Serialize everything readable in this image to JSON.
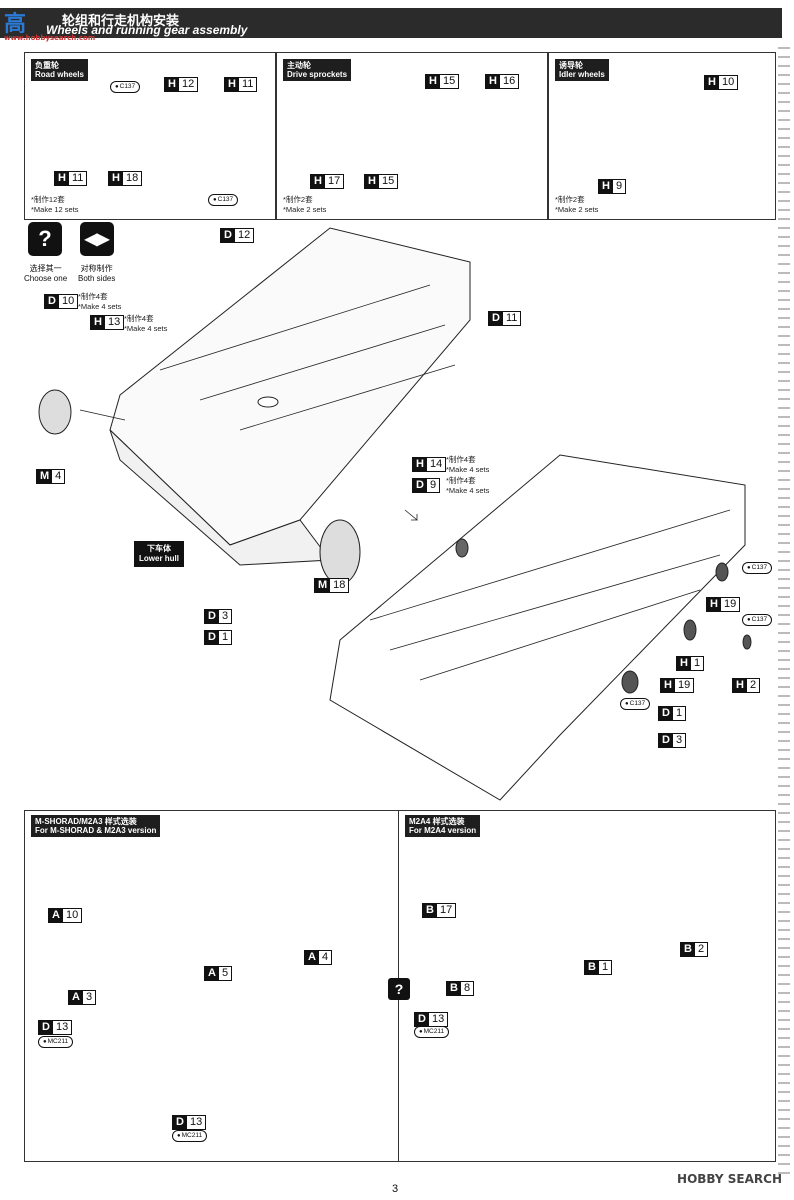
{
  "logo": {
    "text": "高",
    "sub": "www.hobbysearch.com"
  },
  "header": {
    "title_cn": "轮组和行走机构安装",
    "title_en": "Wheels and running gear assembly"
  },
  "panels": {
    "road_wheels": {
      "cn": "负重轮",
      "en": "Road wheels",
      "note_cn": "*制作12套",
      "note_en": "*Make 12 sets",
      "parts": [
        {
          "l": "H",
          "n": "11"
        },
        {
          "l": "H",
          "n": "18"
        },
        {
          "l": "H",
          "n": "12"
        },
        {
          "l": "H",
          "n": "11"
        }
      ],
      "codes": [
        "C137",
        "C137"
      ]
    },
    "drive_sprockets": {
      "cn": "主动轮",
      "en": "Drive sprockets",
      "note_cn": "*制作2套",
      "note_en": "*Make 2 sets",
      "parts": [
        {
          "l": "H",
          "n": "15"
        },
        {
          "l": "H",
          "n": "16"
        },
        {
          "l": "H",
          "n": "17"
        },
        {
          "l": "H",
          "n": "15"
        }
      ]
    },
    "idler_wheels": {
      "cn": "诱导轮",
      "en": "Idler wheels",
      "note_cn": "*制作2套",
      "note_en": "*Make 2 sets",
      "parts": [
        {
          "l": "H",
          "n": "10"
        },
        {
          "l": "H",
          "n": "9"
        }
      ]
    }
  },
  "legend": {
    "choose_cn": "选择其一",
    "choose_en": "Choose one",
    "choose_icon": "question-icon",
    "both_cn": "对称制作",
    "both_en": "Both sides",
    "both_icon": "symmetric-arrows-icon"
  },
  "main": {
    "parts": {
      "d12": {
        "l": "D",
        "n": "12"
      },
      "d10": {
        "l": "D",
        "n": "10",
        "note_cn": "*制作4套",
        "note_en": "*Make 4 sets"
      },
      "h13": {
        "l": "H",
        "n": "13",
        "note_cn": "*制作4套",
        "note_en": "*Make 4 sets"
      },
      "d11": {
        "l": "D",
        "n": "11"
      },
      "m4": {
        "l": "M",
        "n": "4"
      },
      "h14": {
        "l": "H",
        "n": "14",
        "note_cn": "*制作4套",
        "note_en": "*Make 4 sets"
      },
      "d9": {
        "l": "D",
        "n": "9",
        "note_cn": "*制作4套",
        "note_en": "*Make 4 sets"
      },
      "m18": {
        "l": "M",
        "n": "18"
      },
      "d3a": {
        "l": "D",
        "n": "3"
      },
      "d1a": {
        "l": "D",
        "n": "1"
      },
      "h19a": {
        "l": "H",
        "n": "19"
      },
      "h1": {
        "l": "H",
        "n": "1"
      },
      "h2": {
        "l": "H",
        "n": "2"
      },
      "h19b": {
        "l": "H",
        "n": "19"
      },
      "d1b": {
        "l": "D",
        "n": "1"
      },
      "d3b": {
        "l": "D",
        "n": "3"
      }
    },
    "lower_hull_cn": "下车体",
    "lower_hull_en": "Lower hull",
    "codes": [
      "C137",
      "C137",
      "C137"
    ]
  },
  "variants": {
    "mshorad": {
      "title_line1": "M-SHORAD/M2A3 样式选装",
      "title_line2": "For M-SHORAD & M2A3 version",
      "parts": {
        "a10": {
          "l": "A",
          "n": "10"
        },
        "a3": {
          "l": "A",
          "n": "3"
        },
        "d13a": {
          "l": "D",
          "n": "13"
        },
        "a5": {
          "l": "A",
          "n": "5"
        },
        "a4": {
          "l": "A",
          "n": "4"
        },
        "d13b": {
          "l": "D",
          "n": "13"
        }
      },
      "codes": [
        "MC211",
        "MC211"
      ]
    },
    "m2a4": {
      "title_line1": "M2A4 样式选装",
      "title_line2": "For M2A4 version",
      "parts": {
        "b17": {
          "l": "B",
          "n": "17"
        },
        "b8": {
          "l": "B",
          "n": "8"
        },
        "d13": {
          "l": "D",
          "n": "13"
        },
        "b1": {
          "l": "B",
          "n": "1"
        },
        "b2": {
          "l": "B",
          "n": "2"
        }
      },
      "codes": [
        "MC211"
      ]
    }
  },
  "page_number": "3",
  "watermark": "HOBBY SEARCH"
}
